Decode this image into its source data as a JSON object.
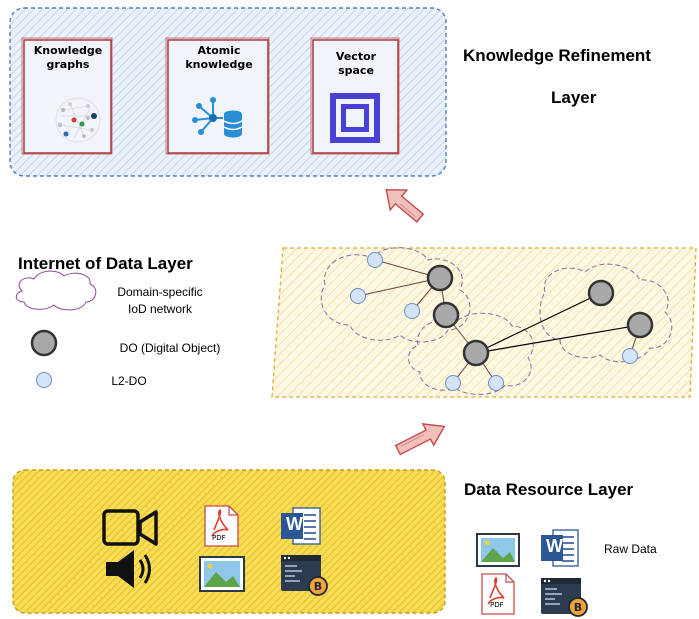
{
  "knowledge_layer": {
    "title_line1": "Knowledge Refinement",
    "title_line2": "Layer",
    "cards": [
      {
        "label": "Knowledge graphs",
        "icon": "knowledge-graph-icon"
      },
      {
        "label": "Atomic knowledge",
        "icon": "atomic-knowledge-icon"
      },
      {
        "label": "Vector space",
        "icon": "vector-space-icon"
      }
    ]
  },
  "iod_layer": {
    "title": "Internet of Data Layer",
    "legend": [
      {
        "label_line1": "Domain-specific",
        "label_line2": "IoD network",
        "icon": "cloud-icon"
      },
      {
        "label_line1": "DO (Digital Object)",
        "icon": "do-node-icon"
      },
      {
        "label_line1": "L2-DO",
        "icon": "l2-do-node-icon"
      }
    ]
  },
  "data_layer": {
    "title": "Data Resource Layer",
    "raw_data_label": "Raw Data",
    "resource_icons": [
      "video-camera-icon",
      "pdf-icon",
      "word-doc-icon",
      "speaker-icon",
      "image-icon",
      "code-window-bitcoin-icon"
    ],
    "pdf_badge": "PDF",
    "word_badge": "W"
  },
  "colors": {
    "knowledge_fill": "#e3ecf8",
    "knowledge_border": "#5b8bd0",
    "card_border": "#b03030",
    "iod_fill": "#fbf4d6",
    "iod_border": "#e6b84a",
    "data_fill": "#f5d54a",
    "data_border": "#c9a020",
    "arrow": "#d96a6a",
    "node_gray": "#a9a9a9",
    "node_blue": "#d4e4f7"
  }
}
